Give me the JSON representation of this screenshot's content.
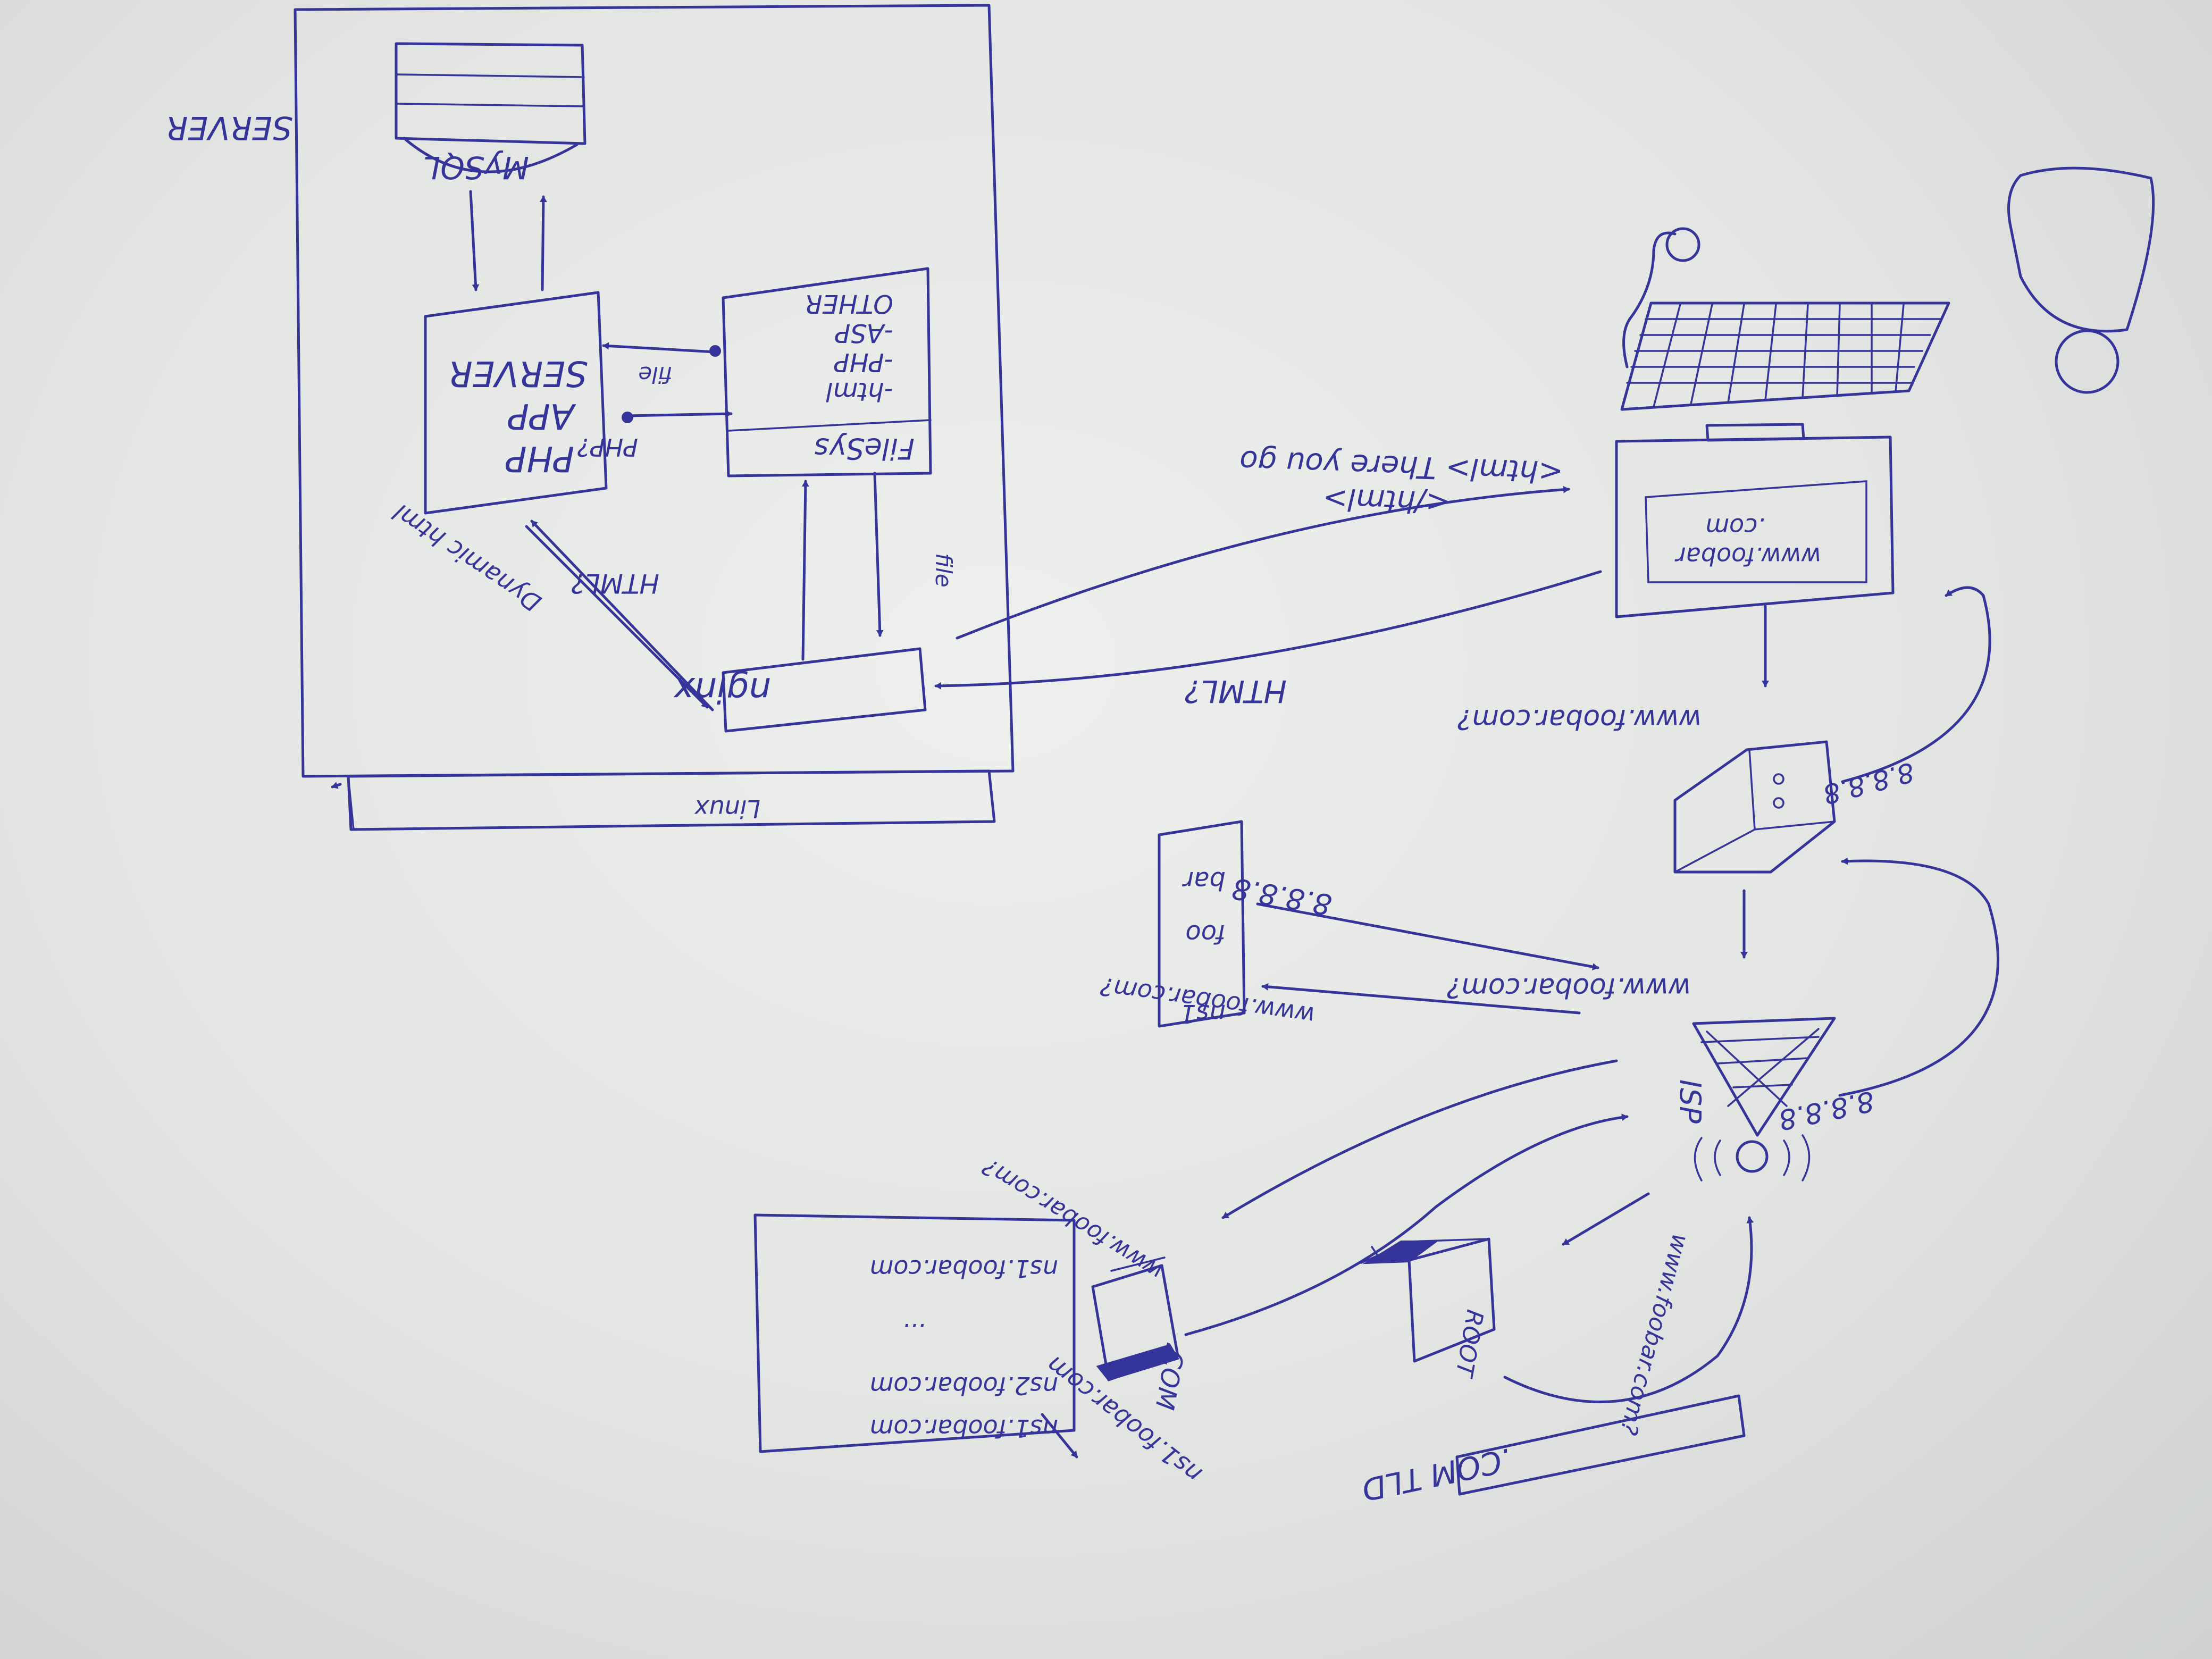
{
  "server": {
    "outer_label": "SERVER",
    "os_label": "Linux",
    "database_label": "MySQL",
    "app_server_label": [
      "PHP",
      "APP",
      "SERVER"
    ],
    "filesystem_title": "FileSys",
    "filesystem_items": [
      "-html",
      "-PHP",
      "-ASP",
      "OTHER"
    ],
    "web_server_label": "nginx",
    "php_request_label": "PHP?",
    "file_request_label": "file",
    "html_request_label": "HTML?",
    "dynamic_html_label": "Dynamic html"
  },
  "client": {
    "browser_url_label": "www.foobar\n.com",
    "html_response_label": "<html> There you go",
    "html_close_label": "</html>",
    "html_request_label": "HTML?",
    "dns_query_label": "www.foobar.com?",
    "dns_ip_label": "8.8.8.8"
  },
  "isp": {
    "isp_label": "ISP",
    "query_label": "www.foobar.com?",
    "ip_answer_label": "8.8.8.8"
  },
  "nameserver": {
    "label": "ns1 foo bar",
    "ip_label": "8.8.8.8",
    "query_label": "www.foobar.com?"
  },
  "root": {
    "label": "ROOT",
    "query_label": "www.foobar.com?",
    "tld_label": ".COM TLD"
  },
  "com_server": {
    "label": ".COM",
    "query_label": "www.foobar.com?",
    "ns_list": [
      "ns1.foobar.com",
      "ns2.foobar.com",
      "...",
      "ns1.foobar.com"
    ],
    "ns_answer_label": "ns1.foobar.com"
  }
}
